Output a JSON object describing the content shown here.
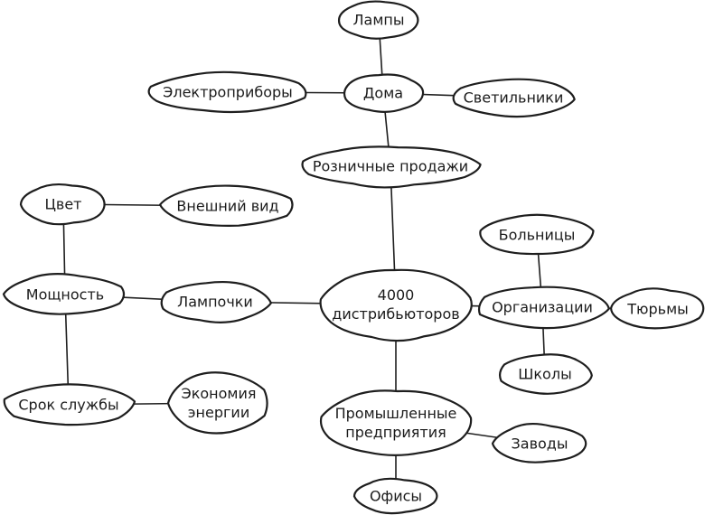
{
  "nodes": {
    "lampy": "Лампы",
    "doma": "Дома",
    "elektropribory": "Электроприборы",
    "svetilniki": "Светильники",
    "roznichnye": "Розничные продажи",
    "tsvet": "Цвет",
    "vneshniy_vid": "Внешний вид",
    "moshchnost": "Мощность",
    "lampochki": "Лампочки",
    "distributory_1": "4000",
    "distributory_2": "дистрибьюторов",
    "bolnitsy": "Больницы",
    "organizatsii": "Организации",
    "tyurmy": "Тюрьмы",
    "shkoly": "Школы",
    "srok_sluzhby": "Срок службы",
    "ekonomiya_1": "Экономия",
    "ekonomiya_2": "энергии",
    "promyshlennye_1": "Промышленные",
    "promyshlennye_2": "предприятия",
    "zavody": "Заводы",
    "ofisy": "Офисы"
  }
}
